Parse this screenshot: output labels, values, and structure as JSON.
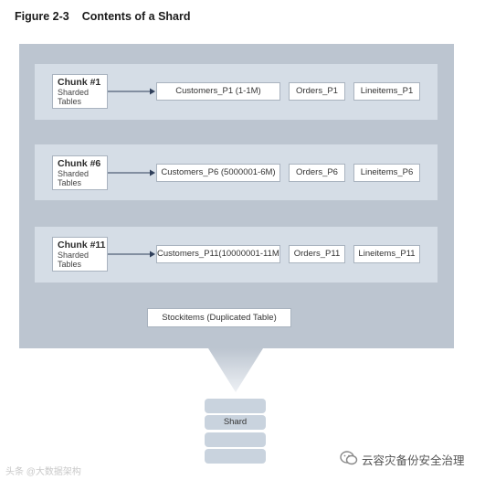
{
  "figure": {
    "number": "Figure 2-3",
    "title": "Contents of a Shard"
  },
  "chunks": [
    {
      "name": "Chunk #1",
      "line1": "Sharded",
      "line2": "Tables",
      "customers": "Customers_P1 (1-1M)",
      "orders": "Orders_P1",
      "lineitems": "Lineitems_P1"
    },
    {
      "name": "Chunk #6",
      "line1": "Sharded",
      "line2": "Tables",
      "customers": "Customers_P6 (5000001-6M)",
      "orders": "Orders_P6",
      "lineitems": "Lineitems_P6"
    },
    {
      "name": "Chunk #11",
      "line1": "Sharded",
      "line2": "Tables",
      "customers": "Customers_P11(10000001-11M)",
      "orders": "Orders_P11",
      "lineitems": "Lineitems_P11"
    }
  ],
  "duplicated_table": "Stockitems (Duplicated Table)",
  "shard_label": "Shard",
  "watermarks": {
    "left": "头条 @大数据架构",
    "right": "云容灾备份安全治理"
  },
  "colors": {
    "panel": "#bcc5d0",
    "band": "#d5dde6",
    "box_border": "#a9b3bf",
    "arrow": "#2f3f5a"
  }
}
